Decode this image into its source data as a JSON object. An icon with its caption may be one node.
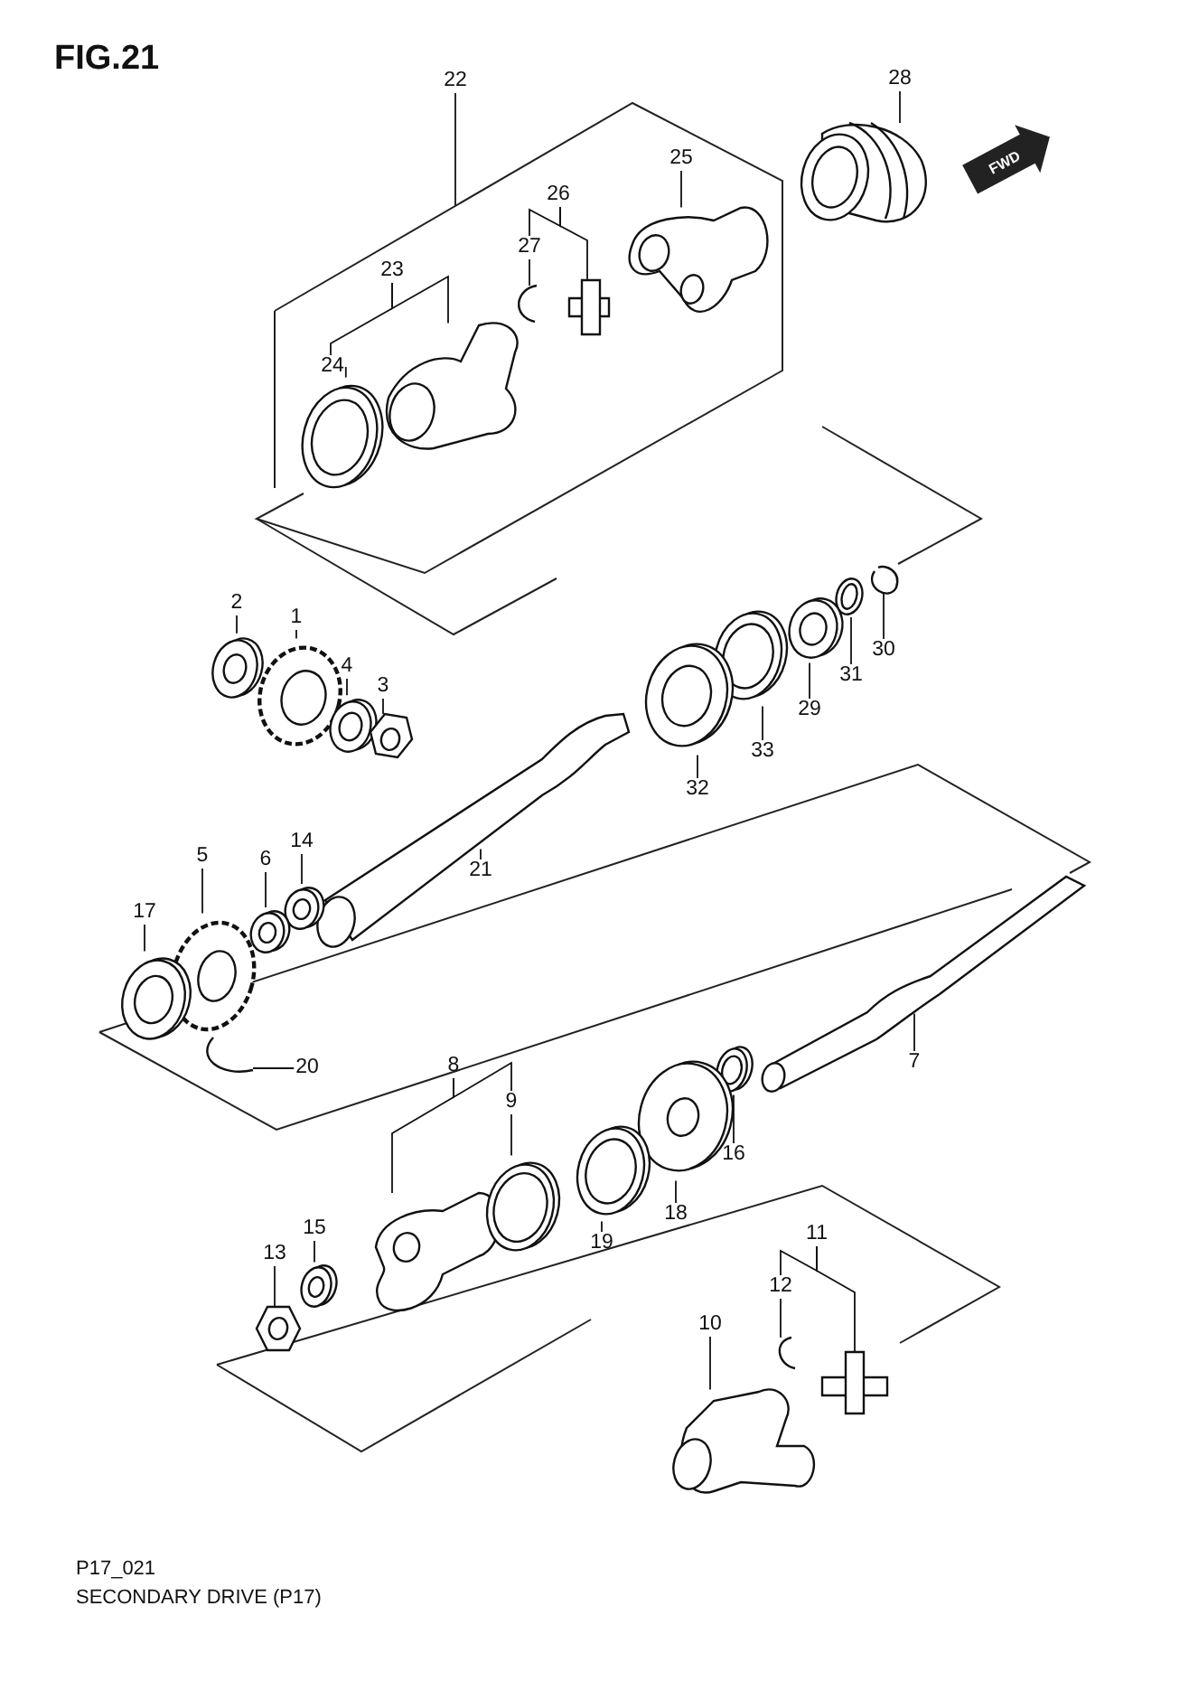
{
  "diagram": {
    "title": "FIG.21",
    "nodes": [
      {
        "text": [],
        "shape": "box"
      },
      {
        "text": [
          "28"
        ]
      },
      {
        "text": [
          "22"
        ]
      },
      {
        "text": [
          "25"
        ],
        "in": 0
      },
      {
        "text": [
          "26"
        ],
        "in": 0
      },
      {
        "text": [
          "27"
        ],
        "in": 0
      },
      {
        "text": [
          "23"
        ],
        "in": 0
      },
      {
        "text": [
          "24"
        ],
        "in": 0
      },
      {
        "text": [
          "2"
        ]
      },
      {
        "text": [
          "1"
        ]
      },
      {
        "text": [
          "4"
        ]
      },
      {
        "text": [
          "3"
        ]
      },
      {
        "text": [
          "30"
        ]
      },
      {
        "text": [
          "31"
        ]
      },
      {
        "text": [
          "29"
        ]
      },
      {
        "text": [
          "33"
        ]
      },
      {
        "text": [
          "32"
        ]
      },
      {
        "text": [
          "21"
        ]
      },
      {
        "text": [
          "5"
        ]
      },
      {
        "text": [
          "14"
        ]
      },
      {
        "text": [
          "6"
        ]
      },
      {
        "text": [
          "17"
        ]
      },
      {
        "text": [
          "7"
        ]
      },
      {
        "text": [
          "20"
        ]
      },
      {
        "text": [
          "8"
        ]
      },
      {
        "text": [
          "9"
        ]
      },
      {
        "text": [
          "16"
        ]
      },
      {
        "text": [
          "18"
        ]
      },
      {
        "text": [
          "19"
        ]
      },
      {
        "text": [
          "15"
        ]
      },
      {
        "text": [
          "13"
        ]
      },
      {
        "text": [
          "11"
        ]
      },
      {
        "text": [
          "12"
        ]
      },
      {
        "text": [
          "10"
        ]
      },
      {
        "text": [],
        "shape": "picture"
      },
      {
        "text": [],
        "shape": "picture",
        "in": 0
      },
      {
        "text": [],
        "shape": "picture",
        "in": 0
      },
      {
        "text": [],
        "shape": "picture",
        "in": 0
      },
      {
        "text": [],
        "shape": "picture",
        "in": 0
      },
      {
        "text": [],
        "shape": "picture",
        "in": 0
      },
      {
        "text": [],
        "shape": "picture"
      },
      {
        "text": [],
        "shape": "picture"
      },
      {
        "text": [],
        "shape": "picture"
      },
      {
        "text": [],
        "shape": "picture"
      },
      {
        "text": [],
        "shape": "picture"
      },
      {
        "text": [],
        "shape": "picture"
      },
      {
        "text": [],
        "shape": "picture"
      },
      {
        "text": [],
        "shape": "picture"
      },
      {
        "text": [],
        "shape": "picture"
      },
      {
        "text": [],
        "shape": "picture"
      },
      {
        "text": [],
        "shape": "picture"
      },
      {
        "text": [],
        "shape": "picture"
      },
      {
        "text": [],
        "shape": "picture"
      },
      {
        "text": [],
        "shape": "picture"
      },
      {
        "text": [],
        "shape": "picture"
      },
      {
        "text": [],
        "shape": "picture"
      },
      {
        "text": [],
        "shape": "picture"
      },
      {
        "text": [],
        "shape": "picture"
      },
      {
        "text": [],
        "shape": "picture"
      },
      {
        "text": [],
        "shape": "picture"
      },
      {
        "text": [],
        "shape": "picture"
      },
      {
        "text": [],
        "shape": "picture"
      },
      {
        "text": [],
        "shape": "picture"
      },
      {
        "text": [],
        "shape": "picture"
      },
      {
        "text": [],
        "shape": "picture"
      },
      {
        "text": [],
        "shape": "picture"
      }
    ],
    "edges": [
      {
        "from": 1,
        "to": 34,
        "arrow": "none"
      },
      {
        "from": 2,
        "to": 0,
        "arrow": "none"
      },
      {
        "from": 3,
        "to": 35,
        "arrow": "none"
      },
      {
        "from": 4,
        "to": 36,
        "arrow": "none"
      },
      {
        "from": 5,
        "to": 37,
        "arrow": "none"
      },
      {
        "from": 6,
        "to": 38,
        "arrow": "none"
      },
      {
        "from": 7,
        "to": 39,
        "arrow": "none"
      },
      {
        "from": 8,
        "to": 40,
        "arrow": "none"
      },
      {
        "from": 9,
        "to": 41,
        "arrow": "none"
      },
      {
        "from": 10,
        "to": 42,
        "arrow": "none"
      },
      {
        "from": 11,
        "to": 43,
        "arrow": "none"
      },
      {
        "from": 12,
        "to": 44,
        "arrow": "none"
      },
      {
        "from": 13,
        "to": 45,
        "arrow": "none"
      },
      {
        "from": 14,
        "to": 46,
        "arrow": "none"
      },
      {
        "from": 15,
        "to": 47,
        "arrow": "none"
      },
      {
        "from": 16,
        "to": 48,
        "arrow": "none"
      },
      {
        "from": 17,
        "to": 49,
        "arrow": "none"
      },
      {
        "from": 18,
        "to": 50,
        "arrow": "none"
      },
      {
        "from": 19,
        "to": 51,
        "arrow": "none"
      },
      {
        "from": 20,
        "to": 52,
        "arrow": "none"
      },
      {
        "from": 21,
        "to": 53,
        "arrow": "none"
      },
      {
        "from": 22,
        "to": 54,
        "arrow": "none"
      },
      {
        "from": 23,
        "to": 55,
        "arrow": "none"
      },
      {
        "from": 24,
        "to": 56,
        "arrow": "none"
      },
      {
        "from": 25,
        "to": 57,
        "arrow": "none"
      },
      {
        "from": 26,
        "to": 58,
        "arrow": "none"
      },
      {
        "from": 27,
        "to": 59,
        "arrow": "none"
      },
      {
        "from": 28,
        "to": 60,
        "arrow": "none"
      },
      {
        "from": 29,
        "to": 61,
        "arrow": "none"
      },
      {
        "from": 30,
        "to": 62,
        "arrow": "none"
      },
      {
        "from": 31,
        "to": 63,
        "arrow": "none"
      },
      {
        "from": 32,
        "to": 64,
        "arrow": "none"
      },
      {
        "from": 33,
        "to": 65,
        "arrow": "none"
      },
      {
        "from": 4,
        "to": 5,
        "arrow": "none"
      },
      {
        "from": 6,
        "to": 7,
        "arrow": "none"
      },
      {
        "from": 24,
        "to": 25,
        "arrow": "none"
      },
      {
        "from": 31,
        "to": 32,
        "arrow": "none"
      }
    ],
    "labels": [
      "FWD",
      "P17_021",
      "SECONDARY DRIVE (P17)"
    ]
  }
}
